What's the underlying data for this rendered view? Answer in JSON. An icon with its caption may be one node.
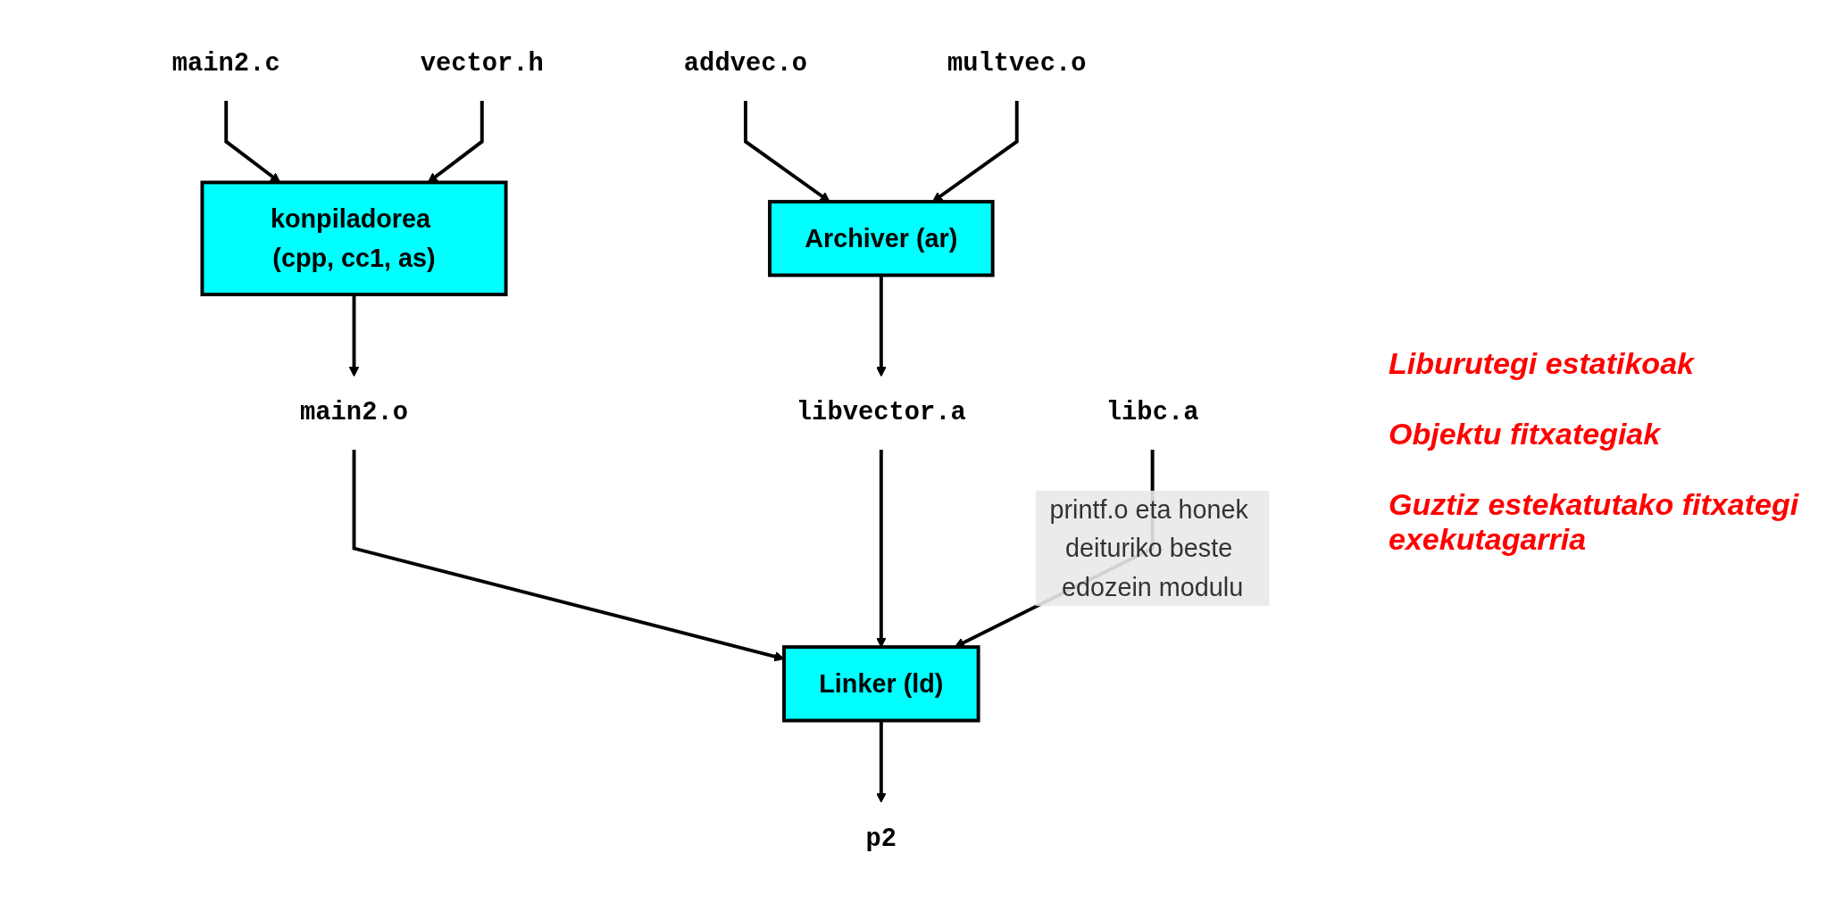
{
  "diagram": {
    "nodes": [
      {
        "text": [
          "addvec.o"
        ]
      },
      {
        "text": [
          "multvec.o"
        ]
      },
      {
        "text": [
          "main2.c"
        ]
      },
      {
        "text": [
          "vector.h"
        ]
      },
      {
        "text": [
          "Archiver (ar)"
        ]
      },
      {
        "text": [
          "konpiladorea (cpp, cc1, as)"
        ]
      },
      {
        "text": [
          "libvector.a"
        ]
      },
      {
        "text": [
          "libc.a"
        ]
      },
      {
        "text": [
          "main2.o"
        ]
      },
      {
        "text": [
          "Linker (ld)"
        ]
      },
      {
        "text": [
          "p2"
        ]
      }
    ],
    "edges": [
      {
        "from": 0,
        "to": 4,
        "arrow": "to"
      },
      {
        "from": 1,
        "to": 4,
        "arrow": "to"
      },
      {
        "from": 2,
        "to": 5,
        "arrow": "to"
      },
      {
        "from": 3,
        "to": 5,
        "arrow": "to"
      },
      {
        "from": 4,
        "to": 6,
        "arrow": "to"
      },
      {
        "from": 5,
        "to": 8,
        "arrow": "to"
      },
      {
        "from": 8,
        "to": 9,
        "arrow": "to"
      },
      {
        "from": 6,
        "to": 9,
        "arrow": "to"
      },
      {
        "from": 7,
        "to": 9,
        "arrow": "to",
        "label": "printf.o eta honek deituriko beste edozein modulu"
      },
      {
        "from": 9,
        "to": 10,
        "arrow": "to"
      }
    ],
    "labels": [
      "Liburutegi estatikoak",
      "Objektu fitxategiak",
      "Guztiz estekatutako fitxategi exekutagarria"
    ]
  }
}
